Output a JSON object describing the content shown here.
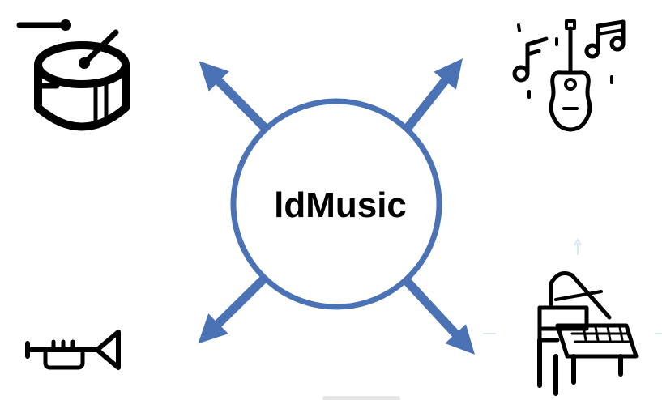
{
  "center": {
    "label": "ldMusic",
    "ring_color": "#4a72b5"
  },
  "arrow_color": "#4a72b5",
  "nodes": [
    {
      "icon": "drum-icon",
      "position": "top-left"
    },
    {
      "icon": "guitar-music-notes-icon",
      "position": "top-right"
    },
    {
      "icon": "trumpet-icon",
      "position": "bottom-left"
    },
    {
      "icon": "grand-piano-icon",
      "position": "bottom-right"
    }
  ]
}
